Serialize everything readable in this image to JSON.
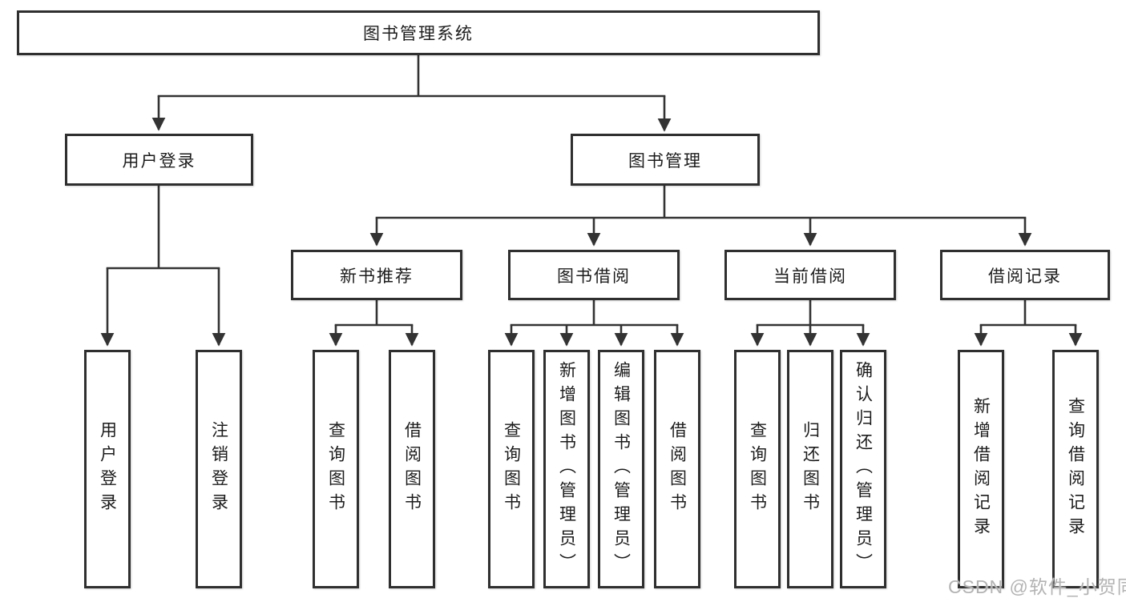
{
  "diagram": {
    "root": "图书管理系统",
    "level1": {
      "user_login": "用户登录",
      "book_management": "图书管理"
    },
    "level2": {
      "new_book_recommend": "新书推荐",
      "book_borrowing": "图书借阅",
      "current_borrowing": "当前借阅",
      "borrow_records": "借阅记录"
    },
    "login_children": [
      "用户登录",
      "注销登录"
    ],
    "recommend_children": [
      "查询图书",
      "借阅图书"
    ],
    "borrowing_children": [
      "查询图书",
      "新增图书（管理员）",
      "编辑图书（管理员）",
      "借阅图书"
    ],
    "current_children": [
      "查询图书",
      "归还图书",
      "确认归还（管理员）"
    ],
    "records_children": [
      "新增借阅记录",
      "查询借阅记录"
    ]
  },
  "watermark": "CSDN @软件_小贺同学",
  "colors": {
    "line": "#333333",
    "box_border": "#2f2f2f",
    "box_background": "#ffffff",
    "text": "#1c1c1c",
    "watermark": "#b3b3b3",
    "page_background": "#ffffff"
  }
}
